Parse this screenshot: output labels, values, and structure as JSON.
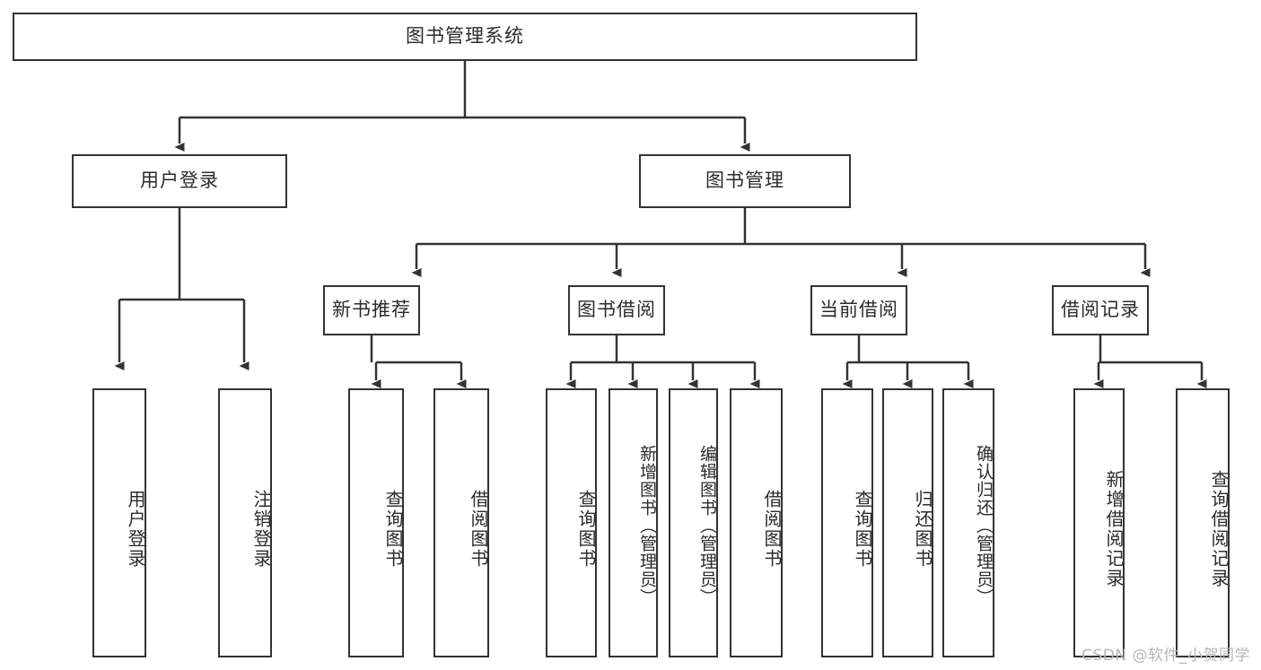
{
  "diagram": {
    "title": "图书管理系统",
    "type": "hierarchy-tree",
    "root": {
      "label": "图书管理系统"
    },
    "level2": [
      {
        "label": "用户登录"
      },
      {
        "label": "图书管理"
      }
    ],
    "level3": [
      {
        "label": "新书推荐"
      },
      {
        "label": "图书借阅"
      },
      {
        "label": "当前借阅"
      },
      {
        "label": "借阅记录"
      }
    ],
    "leaves": {
      "user_login": [
        {
          "label": "用户登录"
        },
        {
          "label": "注销登录"
        }
      ],
      "new_book_recommend": [
        {
          "label": "查询图书"
        },
        {
          "label": "借阅图书"
        }
      ],
      "book_borrow": [
        {
          "label": "查询图书"
        },
        {
          "label": "新增图书（管理员）"
        },
        {
          "label": "编辑图书（管理员）"
        },
        {
          "label": "借阅图书"
        }
      ],
      "current_borrow": [
        {
          "label": "查询图书"
        },
        {
          "label": "归还图书"
        },
        {
          "label": "确认归还（管理员）"
        }
      ],
      "borrow_record": [
        {
          "label": "新增借阅记录"
        },
        {
          "label": "查询借阅记录"
        }
      ]
    }
  },
  "watermark": {
    "text": "CSDN @软件_小贺同学"
  },
  "colors": {
    "stroke": "#333333",
    "fill": "#ffffff",
    "text": "#2b2b2b",
    "watermark": "#b6b6b6"
  }
}
